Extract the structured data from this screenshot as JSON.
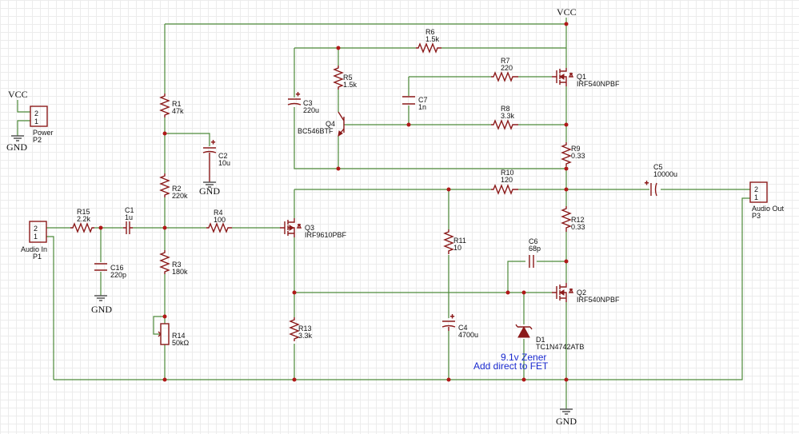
{
  "power": {
    "vcc": "VCC",
    "gnd": "GND"
  },
  "components": {
    "R1": {
      "ref": "R1",
      "value": "47k"
    },
    "R2": {
      "ref": "R2",
      "value": "220k"
    },
    "R3": {
      "ref": "R3",
      "value": "180k"
    },
    "R4": {
      "ref": "R4",
      "value": "100"
    },
    "R5": {
      "ref": "R5",
      "value": "1.5k"
    },
    "R6": {
      "ref": "R6",
      "value": "1.5k"
    },
    "R7": {
      "ref": "R7",
      "value": "220"
    },
    "R8": {
      "ref": "R8",
      "value": "3.3k"
    },
    "R9": {
      "ref": "R9",
      "value": "0.33"
    },
    "R10": {
      "ref": "R10",
      "value": "120"
    },
    "R11": {
      "ref": "R11",
      "value": "10"
    },
    "R12": {
      "ref": "R12",
      "value": "0.33"
    },
    "R13": {
      "ref": "R13",
      "value": "3.3k"
    },
    "R14": {
      "ref": "R14",
      "value": "50kΩ"
    },
    "R15": {
      "ref": "R15",
      "value": "2.2k"
    },
    "C1": {
      "ref": "C1",
      "value": "1u"
    },
    "C2": {
      "ref": "C2",
      "value": "10u"
    },
    "C3": {
      "ref": "C3",
      "value": "220u"
    },
    "C4": {
      "ref": "C4",
      "value": "4700u"
    },
    "C5": {
      "ref": "C5",
      "value": "10000u"
    },
    "C6": {
      "ref": "C6",
      "value": "68p"
    },
    "C7": {
      "ref": "C7",
      "value": "1n"
    },
    "C16": {
      "ref": "C16",
      "value": "220p"
    },
    "Q1": {
      "ref": "Q1",
      "value": "IRF540NPBF"
    },
    "Q2": {
      "ref": "Q2",
      "value": "IRF540NPBF"
    },
    "Q3": {
      "ref": "Q3",
      "value": "IRF9610PBF"
    },
    "Q4": {
      "ref": "Q4",
      "value": "BC546BTF"
    },
    "D1": {
      "ref": "D1",
      "value": "TC1N4742ATB"
    }
  },
  "connectors": {
    "power": {
      "name": "Power",
      "ref": "P2",
      "pin_top": "2",
      "pin_bottom": "1"
    },
    "audio_in": {
      "name": "Audio In",
      "ref": "P1",
      "pin_top": "2",
      "pin_bottom": "1"
    },
    "audio_out": {
      "name": "Audio Out",
      "ref": "P3",
      "pin_top": "2",
      "pin_bottom": "1"
    }
  },
  "notes": {
    "line1": "9.1v Zener",
    "line2": "Add direct to FET"
  }
}
